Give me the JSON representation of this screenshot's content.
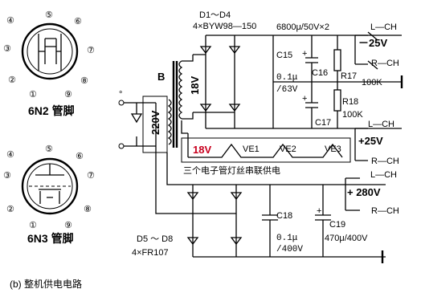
{
  "tubes": [
    {
      "pins_top": [
        "④",
        "⑤",
        "⑥"
      ],
      "pins_side_left": [
        "③",
        "②"
      ],
      "pins_side_right": [
        "⑦",
        "⑧"
      ],
      "pins_bottom": [
        "①",
        "⑨"
      ],
      "caption": "6N2 管脚"
    },
    {
      "pins_top": [
        "④",
        "⑤",
        "⑥"
      ],
      "pins_side_left": [
        "③",
        "②"
      ],
      "pins_side_right": [
        "⑦",
        "⑧"
      ],
      "pins_bottom": [
        "①",
        "⑨"
      ],
      "caption": "6N3 管脚"
    }
  ],
  "transformer": {
    "label": "B",
    "primary": "220V",
    "secondary_top": "18V",
    "secondary_mid": "18V"
  },
  "diodes_top": {
    "label": "D1～D4",
    "part": "4×BYW98—150"
  },
  "diodes_bottom": {
    "label": "D5 ～ D8",
    "part": "4×FR107"
  },
  "caps_top": {
    "header": "6800μ/50V×2",
    "c15": "C15",
    "c15_value": "0.1μ",
    "c15_voltage": "/63V",
    "c16": "C16",
    "c17": "C17"
  },
  "resistors": {
    "r17": "R17",
    "r17_value": "100K",
    "r18": "R18",
    "r18_value": "100K"
  },
  "filament": {
    "ve1": "VE1",
    "ve2": "VE2",
    "ve3": "VE3",
    "caption": "三个电子管灯丝串联供电"
  },
  "caps_bottom": {
    "c18": "C18",
    "c18_value": "0.1μ",
    "c18_voltage": "/400V",
    "c19": "C19",
    "c19_value": "470μ/400V"
  },
  "outputs": {
    "neg25": {
      "label": "－25V",
      "l": "L—CH",
      "r": "R—CH"
    },
    "pos25": {
      "label": "+25V",
      "l": "L—CH",
      "r": "R—CH"
    },
    "pos280": {
      "label": "+ 280V",
      "l": "L—CH",
      "r": "R—CH"
    }
  },
  "caption": "(b) 整机供电电路"
}
